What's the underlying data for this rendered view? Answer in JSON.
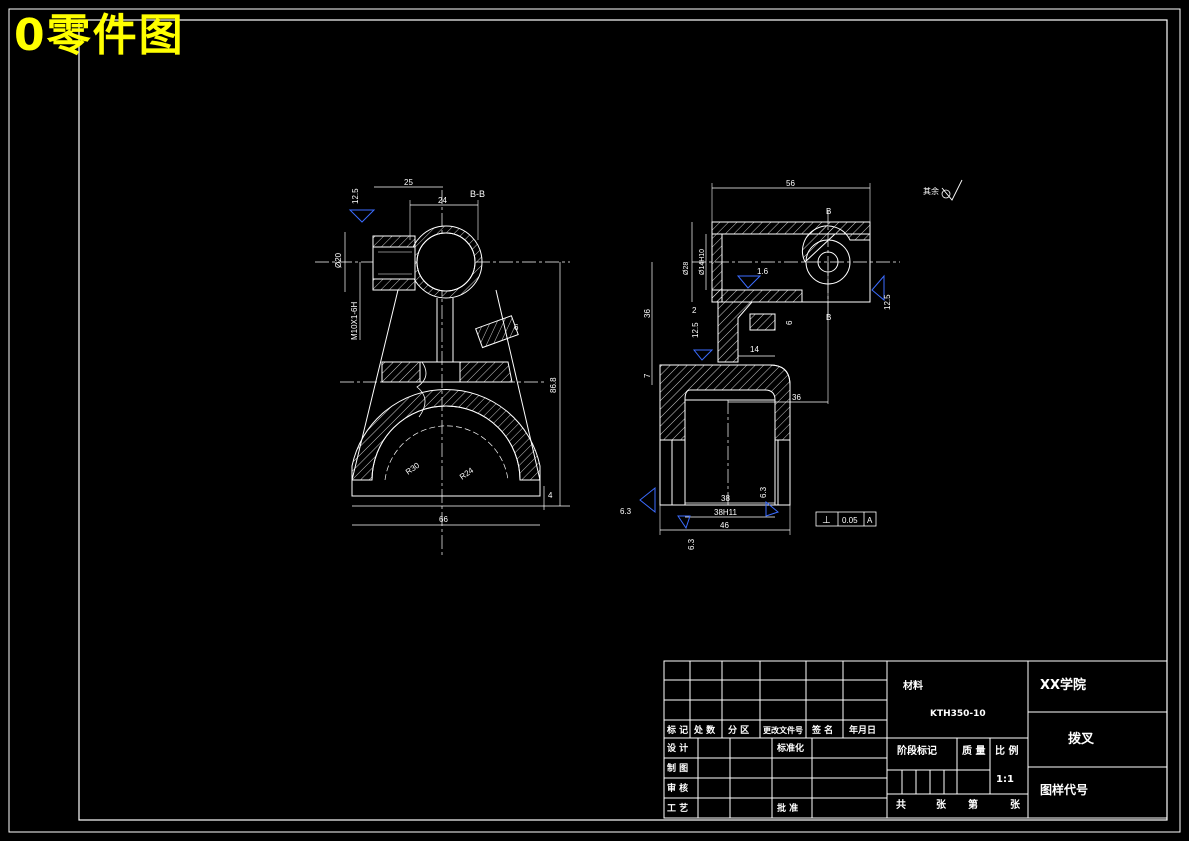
{
  "sheet_title": "0零件图",
  "views": {
    "section_label": "B-B",
    "section_mark": "B",
    "left": {
      "dims": [
        "25",
        "24",
        "Ø20",
        "M10X1-6H",
        "86.8",
        "66",
        "4",
        "R30",
        "R24",
        "6"
      ],
      "roughness": [
        "12.5"
      ]
    },
    "right": {
      "dims": [
        "56",
        "Ø28",
        "Ø14H10",
        "36",
        "2",
        "7",
        "14",
        "6",
        "36",
        "38",
        "38H11",
        "46"
      ],
      "roughness": [
        "1.6",
        "12.5",
        "12.5",
        "6.3",
        "6.3",
        "6.3"
      ],
      "tolerance_symbol": "⊥",
      "tolerance_value": "0.05",
      "datum": "A"
    },
    "other_roughness_note": "其余"
  },
  "title_block": {
    "material_label": "材料",
    "material": "KTH350-10",
    "school": "XX学院",
    "part_name": "拨叉",
    "drawing_no_label": "图样代号",
    "stage_mark": "阶段标记",
    "mass": "质 量",
    "scale_label": "比 例",
    "scale": "1:1",
    "total": "共",
    "sheets": "张",
    "sheet_no": "第",
    "sheets2": "张",
    "row_head": [
      "标 记",
      "处 数",
      "分 区",
      "更改文件号",
      "签 名",
      "年月日"
    ],
    "design": "设 计",
    "drawn": "制 图",
    "check": "审 核",
    "process": "工 艺",
    "standard": "标准化",
    "approve": "批 准"
  }
}
